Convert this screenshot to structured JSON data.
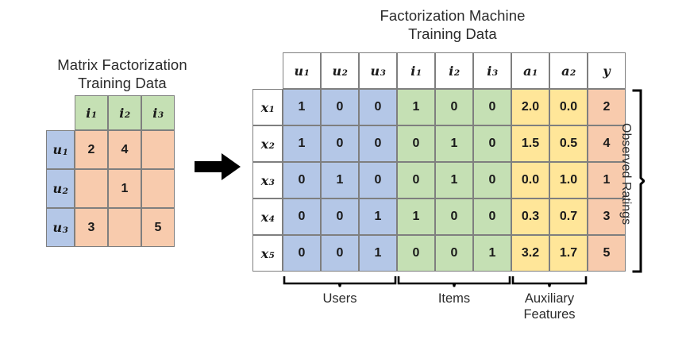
{
  "titles": {
    "left": "Matrix Factorization\nTraining Data",
    "right": "Factorization Machine\nTraining Data"
  },
  "colors": {
    "users_blue": "#b4c7e7",
    "items_green": "#c5e0b4",
    "auxiliary_yellow": "#ffe699",
    "rating_salmon": "#f8cbad",
    "border_gray": "#7f7f7f",
    "text": "#1a1a1a",
    "arrow_black": "#000000",
    "background": "#ffffff"
  },
  "mf_matrix": {
    "corner_label": "",
    "column_headers": [
      "i",
      "i",
      "i"
    ],
    "column_subs": [
      "1",
      "2",
      "3"
    ],
    "row_headers": [
      "u",
      "u",
      "u"
    ],
    "row_subs": [
      "1",
      "2",
      "3"
    ],
    "rows": [
      [
        "2",
        "4",
        ""
      ],
      [
        "",
        "1",
        ""
      ],
      [
        "3",
        "",
        "5"
      ]
    ]
  },
  "arrow": {
    "icon": "right-arrow-icon"
  },
  "fm_table": {
    "corner_label": "",
    "columns": [
      {
        "base": "u",
        "sub": "1",
        "group": "users"
      },
      {
        "base": "u",
        "sub": "2",
        "group": "users"
      },
      {
        "base": "u",
        "sub": "3",
        "group": "users"
      },
      {
        "base": "i",
        "sub": "1",
        "group": "items"
      },
      {
        "base": "i",
        "sub": "2",
        "group": "items"
      },
      {
        "base": "i",
        "sub": "3",
        "group": "items"
      },
      {
        "base": "a",
        "sub": "1",
        "group": "auxiliary"
      },
      {
        "base": "a",
        "sub": "2",
        "group": "auxiliary"
      },
      {
        "base": "y",
        "sub": "",
        "group": "rating"
      }
    ],
    "row_headers": [
      {
        "base": "x",
        "sub": "1"
      },
      {
        "base": "x",
        "sub": "2"
      },
      {
        "base": "x",
        "sub": "3"
      },
      {
        "base": "x",
        "sub": "4"
      },
      {
        "base": "x",
        "sub": "5"
      }
    ],
    "rows": [
      [
        "1",
        "0",
        "0",
        "1",
        "0",
        "0",
        "2.0",
        "0.0",
        "2"
      ],
      [
        "1",
        "0",
        "0",
        "0",
        "1",
        "0",
        "1.5",
        "0.5",
        "4"
      ],
      [
        "0",
        "1",
        "0",
        "0",
        "1",
        "0",
        "0.0",
        "1.0",
        "1"
      ],
      [
        "0",
        "0",
        "1",
        "1",
        "0",
        "0",
        "0.3",
        "0.7",
        "3"
      ],
      [
        "0",
        "0",
        "1",
        "0",
        "0",
        "1",
        "3.2",
        "1.7",
        "5"
      ]
    ]
  },
  "annotations": {
    "users_label": "Users",
    "items_label": "Items",
    "auxiliary_label": "Auxiliary\nFeatures",
    "observed_label": "Observed Ratings"
  }
}
